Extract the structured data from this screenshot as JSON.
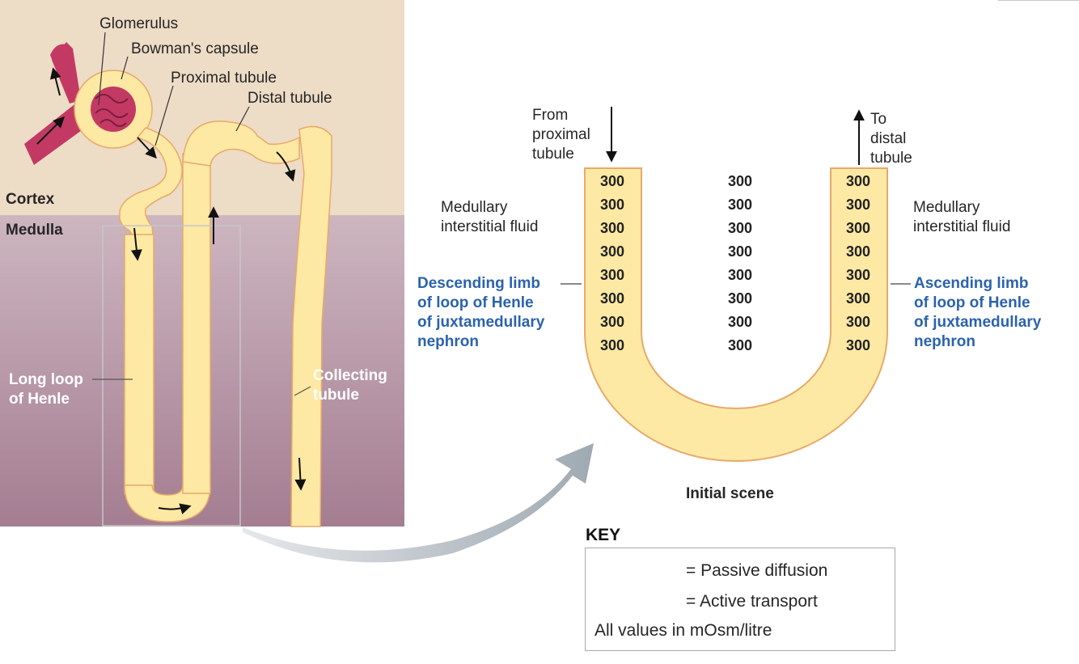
{
  "nephron": {
    "glomerulus": "Glomerulus",
    "bowmans_capsule": "Bowman's capsule",
    "proximal_tubule": "Proximal tubule",
    "distal_tubule": "Distal tubule",
    "cortex": "Cortex",
    "medulla": "Medulla",
    "long_loop_line1": "Long loop",
    "long_loop_line2": "of Henle",
    "collecting_line1": "Collecting",
    "collecting_line2": "tubule"
  },
  "loop": {
    "from_line1": "From",
    "from_line2": "proximal",
    "from_line3": "tubule",
    "to_line1": "To",
    "to_line2": "distal",
    "to_line3": "tubule",
    "left_fluid_line1": "Medullary",
    "left_fluid_line2": "interstitial fluid",
    "right_fluid_line1": "Medullary",
    "right_fluid_line2": "interstitial fluid",
    "descending": [
      "Descending limb",
      "of loop of Henle",
      "of juxtamedullary",
      "nephron"
    ],
    "ascending": [
      "Ascending limb",
      "of loop of Henle",
      "of juxtamedullary",
      "nephron"
    ],
    "descending_values": [
      "300",
      "300",
      "300",
      "300",
      "300",
      "300",
      "300",
      "300"
    ],
    "interstitial_values": [
      "300",
      "300",
      "300",
      "300",
      "300",
      "300",
      "300",
      "300"
    ],
    "ascending_values": [
      "300",
      "300",
      "300",
      "300",
      "300",
      "300",
      "300",
      "300"
    ],
    "caption": "Initial scene"
  },
  "key": {
    "title": "KEY",
    "passive": "= Passive diffusion",
    "active": "= Active transport",
    "units": "All values in mOsm/litre"
  },
  "colors": {
    "cortex_bg": "#eddcc6",
    "medulla_bg": "#b0899c",
    "tubule_fill": "#fde9a3",
    "tubule_edge": "#e8a96a",
    "vessel": "#c23a64",
    "label_blue": "#2b63ad",
    "passive_arrow": "#2b63ad",
    "active_arrow": "#9c1c44"
  }
}
